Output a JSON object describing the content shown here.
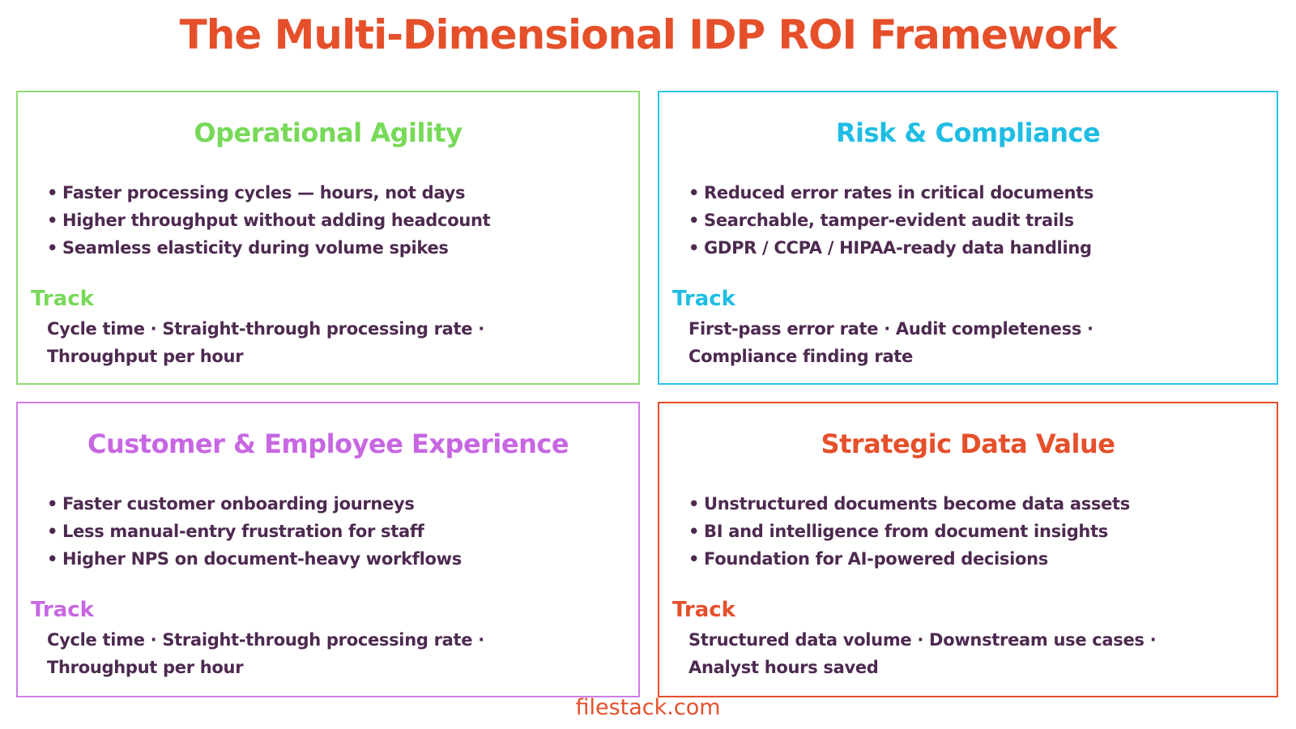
{
  "page": {
    "title": "The Multi-Dimensional IDP ROI Framework",
    "footer": "filestack.com"
  },
  "colors": {
    "title_red": "#e5502b",
    "body_text": "#4d2a50",
    "green_accent": "#77d958",
    "green_border": "#8fdc74",
    "cyan_accent": "#1fbde4",
    "cyan_border": "#2ec4e8",
    "purple_accent": "#c767e2",
    "purple_border": "#cf7ce8",
    "red_accent": "#e5502b"
  },
  "quadrants": [
    {
      "title": "Operational Agility",
      "accent": "#77d958",
      "bullets": [
        "Faster processing cycles — hours, not days",
        "Higher throughput without adding headcount",
        "Seamless elasticity during volume spikes"
      ],
      "track_label": "Track",
      "track_line1": "Cycle time · Straight-through processing rate ·",
      "track_line2": "Throughput per hour"
    },
    {
      "title": "Risk & Compliance",
      "accent": "#1fbde4",
      "bullets": [
        "Reduced error rates in critical documents",
        "Searchable, tamper-evident audit trails",
        "GDPR / CCPA / HIPAA-ready data handling"
      ],
      "track_label": "Track",
      "track_line1": "First-pass error rate · Audit completeness ·",
      "track_line2": "Compliance finding rate"
    },
    {
      "title": "Customer & Employee Experience",
      "accent": "#c767e2",
      "bullets": [
        "Faster customer onboarding journeys",
        "Less manual-entry frustration for staff",
        "Higher NPS on document-heavy workflows"
      ],
      "track_label": "Track",
      "track_line1": "Cycle time · Straight-through processing rate ·",
      "track_line2": "Throughput per hour"
    },
    {
      "title": "Strategic Data Value",
      "accent": "#e5502b",
      "bullets": [
        "Unstructured documents become data assets",
        "BI and intelligence from document insights",
        "Foundation for AI-powered decisions"
      ],
      "track_label": "Track",
      "track_line1": "Structured data volume · Downstream use cases ·",
      "track_line2": "Analyst hours saved"
    }
  ]
}
